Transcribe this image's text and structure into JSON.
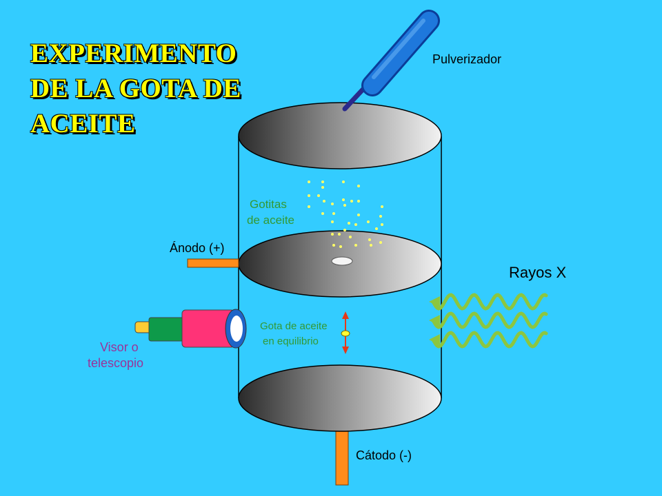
{
  "title": {
    "line1": "EXPERIMENTO",
    "line2": "DE LA GOTA DE",
    "line3": "ACEITE"
  },
  "labels": {
    "sprayer": "Pulverizador",
    "droplets_line1": "Gotitas",
    "droplets_line2": "de aceite",
    "anode": "Ánodo (+)",
    "xrays": "Rayos X",
    "drop_eq_line1": "Gota de aceite",
    "drop_eq_line2": "en equilibrio",
    "viewer_line1": "Visor o",
    "viewer_line2": "telescopio",
    "cathode": "Cátodo (-)"
  },
  "colors": {
    "background": "#33ccff",
    "title": "#ffff00",
    "droplets_label": "#339933",
    "viewer_label": "#993399",
    "droplets": "#ffff66",
    "electrode": "#ff8c1a",
    "xray_wave": "#8cc63f",
    "sprayer": "#1e78dc",
    "arrow": "#e53919"
  }
}
